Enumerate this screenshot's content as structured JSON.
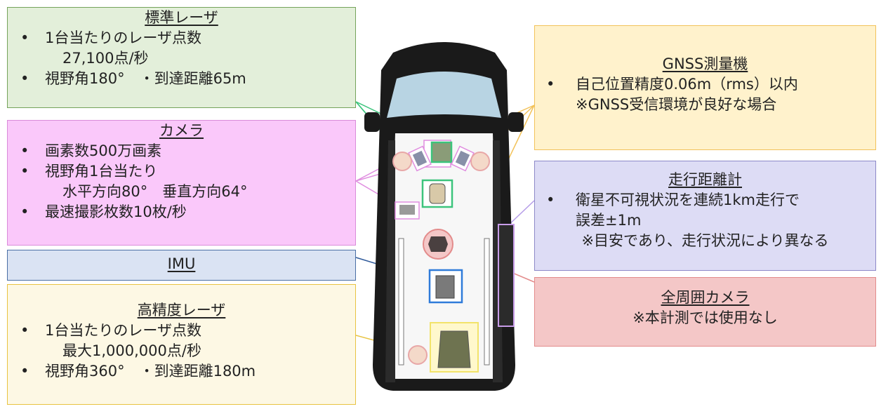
{
  "colors": {
    "std_laser_bg": "#e3efda",
    "std_laser_border": "#74a35a",
    "camera_bg": "#fac8fa",
    "camera_border": "#d98cd9",
    "imu_bg": "#dae3f3",
    "imu_border": "#4a6fa5",
    "hp_laser_bg": "#fdf8e4",
    "hp_laser_border": "#e8c341",
    "gnss_bg": "#fff2cc",
    "gnss_border": "#f2c25a",
    "odo_bg": "#dddcf5",
    "odo_border": "#8d89c8",
    "omni_bg": "#f4c7c7",
    "omni_border": "#e38b8b",
    "vehicle_body": "#1a1a1a",
    "windshield": "#b8d4e3"
  },
  "std_laser": {
    "title": "標準レーザ",
    "line1": "1台当たりのレーザ点数",
    "line1_sub": "27,100点/秒",
    "line2": "視野角180°　・到達距離65m"
  },
  "camera": {
    "title": "カメラ",
    "line1": "画素数500万画素",
    "line2": "視野角1台当たり",
    "line2_sub": "水平方向80°　垂直方向64°",
    "line3": "最速撮影枚数10枚/秒"
  },
  "imu": {
    "title": "IMU"
  },
  "hp_laser": {
    "title": "高精度レーザ",
    "line1": "1台当たりのレーザ点数",
    "line1_sub": "最大1,000,000点/秒",
    "line2": "視野角360°　・到達距離180m"
  },
  "gnss": {
    "title": "GNSS測量機",
    "line1": "自己位置精度0.06m（rms）以内",
    "line1_sub": "※GNSS受信環境が良好な場合"
  },
  "odometer": {
    "title": "走行距離計",
    "line1": "衛星不可視状況を連続1km走行で",
    "line1_sub": "誤差±1m",
    "note": "※目安であり、走行状況により異なる"
  },
  "omni_camera": {
    "title": "全周囲カメラ",
    "note": "※本計測では使用なし"
  }
}
